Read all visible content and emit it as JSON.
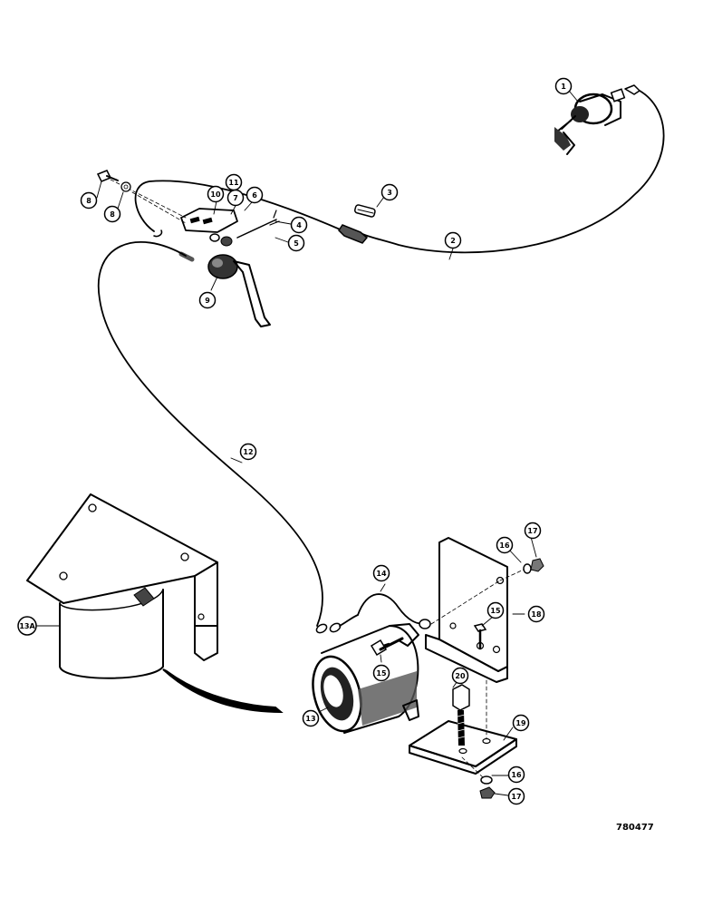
{
  "diagram": {
    "drawing_number": "780477",
    "callouts": [
      {
        "id": "c1",
        "label": "1"
      },
      {
        "id": "c2",
        "label": "2"
      },
      {
        "id": "c3",
        "label": "3"
      },
      {
        "id": "c4",
        "label": "4"
      },
      {
        "id": "c5",
        "label": "5"
      },
      {
        "id": "c6",
        "label": "6"
      },
      {
        "id": "c7",
        "label": "7"
      },
      {
        "id": "c8a",
        "label": "8"
      },
      {
        "id": "c8b",
        "label": "8"
      },
      {
        "id": "c9",
        "label": "9"
      },
      {
        "id": "c10",
        "label": "10"
      },
      {
        "id": "c11",
        "label": "11"
      },
      {
        "id": "c12",
        "label": "12"
      },
      {
        "id": "c13",
        "label": "13"
      },
      {
        "id": "c13a",
        "label": "13A"
      },
      {
        "id": "c14",
        "label": "14"
      },
      {
        "id": "c15a",
        "label": "15"
      },
      {
        "id": "c15b",
        "label": "15"
      },
      {
        "id": "c16a",
        "label": "16"
      },
      {
        "id": "c16b",
        "label": "16"
      },
      {
        "id": "c17a",
        "label": "17"
      },
      {
        "id": "c17b",
        "label": "17"
      },
      {
        "id": "c18",
        "label": "18"
      },
      {
        "id": "c19",
        "label": "19"
      },
      {
        "id": "c20",
        "label": "20"
      }
    ]
  }
}
